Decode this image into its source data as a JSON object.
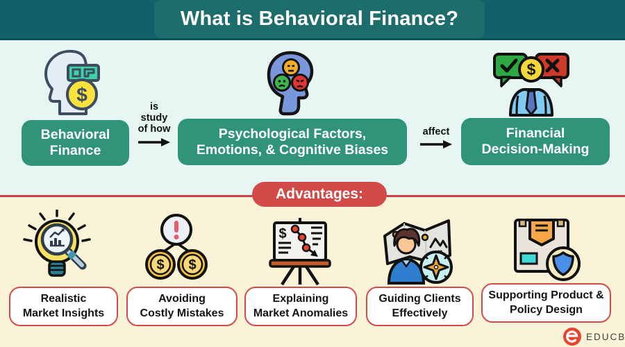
{
  "header": {
    "title": "What is Behavioral Finance?"
  },
  "definition": {
    "subject": "Behavioral\nFinance",
    "connector1": "is\nstudy\nof how",
    "factors": "Psychological Factors,\nEmotions, & Cognitive Biases",
    "connector2": "affect",
    "outcome": "Financial\nDecision-Making"
  },
  "advantages": {
    "heading": "Advantages:",
    "items": [
      {
        "label": "Realistic\nMarket Insights",
        "icon": "lightbulb-magnifier-chart"
      },
      {
        "label": "Avoiding\nCostly Mistakes",
        "icon": "alert-coins"
      },
      {
        "label": "Explaining\nMarket Anomalies",
        "icon": "presentation-board-chart"
      },
      {
        "label": "Guiding Clients\nEffectively",
        "icon": "advisor-map-compass"
      },
      {
        "label": "Supporting Product &\nPolicy Design",
        "icon": "package-shield"
      }
    ]
  },
  "branding": {
    "logo_text": "EDUCBA"
  },
  "colors": {
    "header_bg": "#11616a",
    "header_panel": "#1d6d6d",
    "box_green": "#2f9478",
    "accent_red": "#d24a48",
    "top_section_bg": "#e7f6f3",
    "bottom_section_bg": "#fbf3d7"
  }
}
